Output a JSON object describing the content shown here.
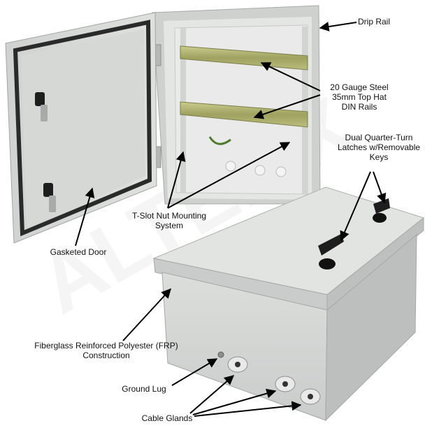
{
  "callouts": {
    "drip_rail": "Drip Rail",
    "din_rails_line1": "20 Gauge Steel",
    "din_rails_line2": "35mm Top Hat",
    "din_rails_line3": "DIN Rails",
    "latches_line1": "Dual Quarter-Turn",
    "latches_line2": "Latches w/Removable",
    "latches_line3": "Keys",
    "tslot_line1": "T-Slot Nut Mounting",
    "tslot_line2": "System",
    "gasketed_door": "Gasketed Door",
    "frp_line1": "Fiberglass Reinforced Polyester (FRP)",
    "frp_line2": "Construction",
    "ground_lug": "Ground Lug",
    "cable_glands": "Cable Glands"
  },
  "watermark": "ALTELIX",
  "colors": {
    "enclosure_gray": "#d8dad8",
    "enclosure_shadow": "#b9bcba",
    "gasket_black": "#2a2a2a",
    "din_rail_green": "#a9ad6a",
    "latch_black": "#1e1e1e",
    "arrow": "#000000"
  }
}
